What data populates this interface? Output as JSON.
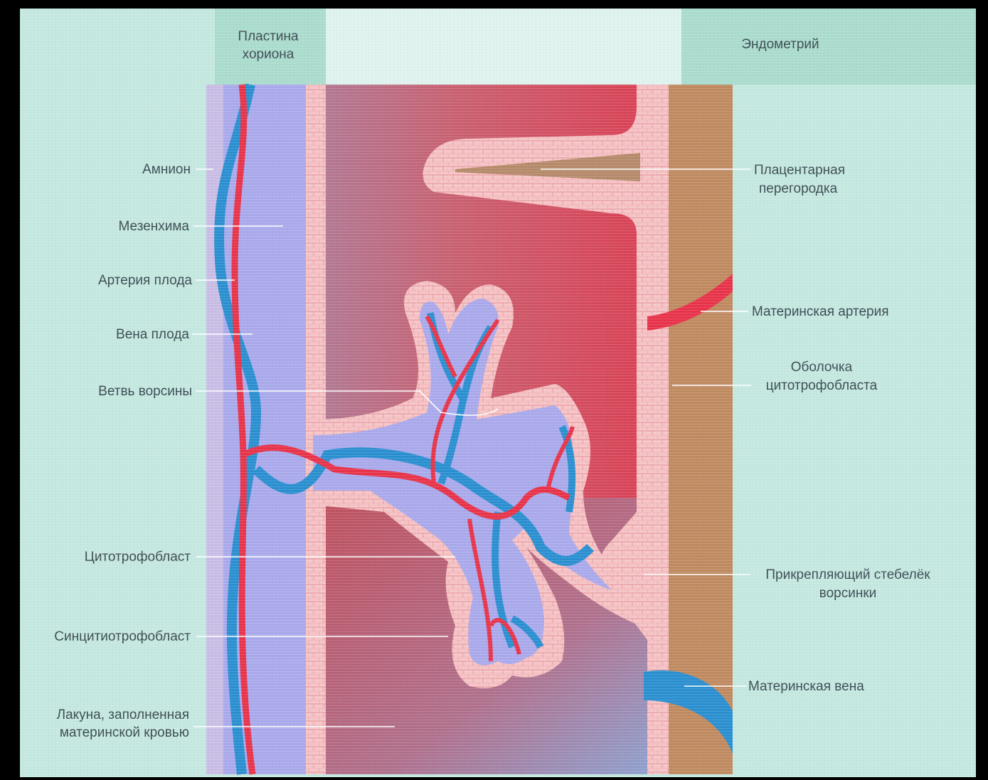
{
  "header": {
    "chorion_plate": [
      "Пластина",
      "хориона"
    ],
    "endometrium": "Эндометрий"
  },
  "labels_left": {
    "amnion": "Амнион",
    "mesenchyme": "Мезенхима",
    "fetal_artery": "Артерия плода",
    "fetal_vein": "Вена плода",
    "villus_branch": "Ветвь ворсины",
    "cytotrophoblast": "Цитотрофобласт",
    "syncytiotrophoblast": "Синцитиотрофобласт",
    "lacuna": [
      "Лакуна, заполненная",
      "материнской кровью"
    ]
  },
  "labels_right": {
    "placental_septum": [
      "Плацентарная",
      "перегородка"
    ],
    "maternal_artery": "Материнская артерия",
    "cytotrophoblast_shell": [
      "Оболочка",
      "цитотрофобласта"
    ],
    "anchoring_villus": [
      "Прикрепляющий стебелёк",
      "ворсинки"
    ],
    "maternal_vein": "Материнская вена"
  },
  "colors": {
    "background": "#c4e8e0",
    "mesenchyme": "#a9a9ec",
    "artery": "#e8334a",
    "vein": "#2a8fd0",
    "lacuna": "#c2505e",
    "cell_layer": "#f6c4c6",
    "endometrium": "#c08a60"
  }
}
